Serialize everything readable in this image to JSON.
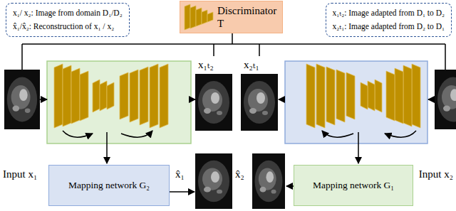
{
  "diagram": {
    "nodes": [
      {
        "text": [
          "x₁/ x₂: Image from domain D₁/D₂",
          "x̂₁/x̂₂: Reconstruction of x₁ / x₂"
        ]
      },
      {
        "text": [
          "Discriminator T"
        ]
      },
      {
        "text": [
          "x₁ₜ₂: Image adapted from D₁ to D₂",
          "x₂ₜ₁: Image adapted from D₂ to D₁"
        ]
      },
      {
        "text": [
          "Mapping network G₂"
        ]
      },
      {
        "text": [
          "Mapping network G₁"
        ]
      }
    ],
    "labels": [
      "Input x₁",
      "x₁ₜ₂",
      "x₂ₜ₁",
      "x̂₁",
      "x̂₂",
      "Input x₂"
    ]
  }
}
